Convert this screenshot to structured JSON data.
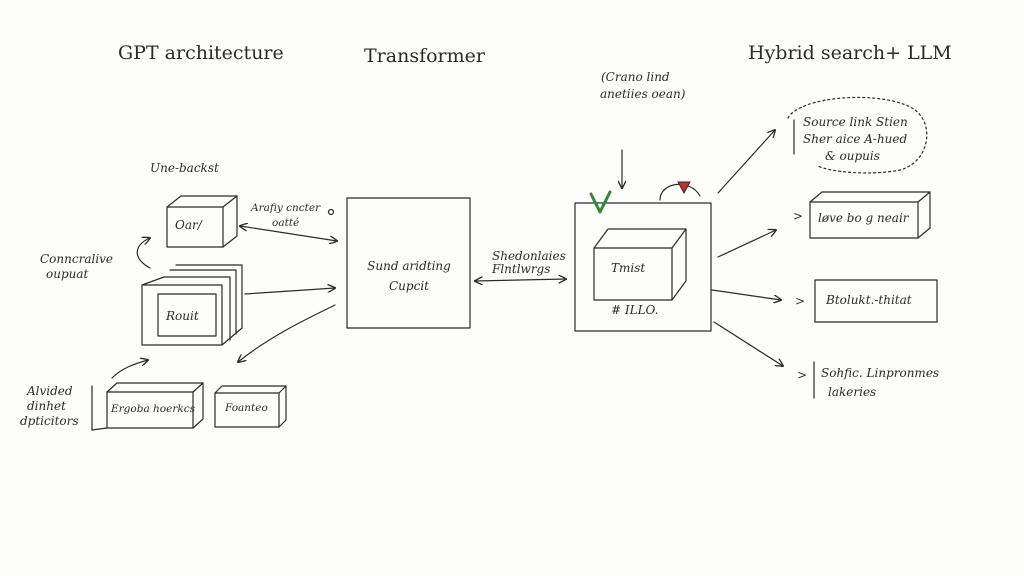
{
  "columns": {
    "gpt": "GPT architecture",
    "transformer": "Transformer",
    "hybrid": "Hybrid  search+ LLM"
  },
  "gpt": {
    "top_label": "Une-backst",
    "box_top": "Oar/",
    "box_stack": "Rouit",
    "side_label_1": "Conncralive",
    "side_label_2": "oupuat",
    "arrow_label_1": "Arafiy cncter",
    "arrow_label_2": "oatté",
    "bottom_left_1": "Alvided",
    "bottom_left_2": "dinhet",
    "bottom_left_3": "dpticitors",
    "bottom_box_1": "Ergoba hoerkcs",
    "bottom_box_2": "Foanteo"
  },
  "transformer": {
    "box_line_1": "Sund aridting",
    "box_line_2": "Cupcit",
    "arrow_label_1": "Shedonlaies",
    "arrow_label_2": "Flntlwrgs"
  },
  "hybrid": {
    "note_line_1": "(Crano lind",
    "note_line_2": "anetiies oean)",
    "inner_box": "Tmist",
    "box_caption": "# ILLO.",
    "out_1_line_1": "Source link Stien",
    "out_1_line_2": "Sher aice A-hued",
    "out_1_line_3": "& oupuis",
    "out_2": "løve bo g neair",
    "out_3": "Btolukt.-thitat",
    "out_4_line_1": "Sohfic. Linpronmes",
    "out_4_line_2": "lakeries",
    "arrow_marker": ">"
  },
  "colors": {
    "ink": "#2b2b2b",
    "check_green": "#2f8a3a",
    "mark_red": "#c0322c"
  },
  "icons": [
    "check-icon",
    "warning-icon"
  ]
}
